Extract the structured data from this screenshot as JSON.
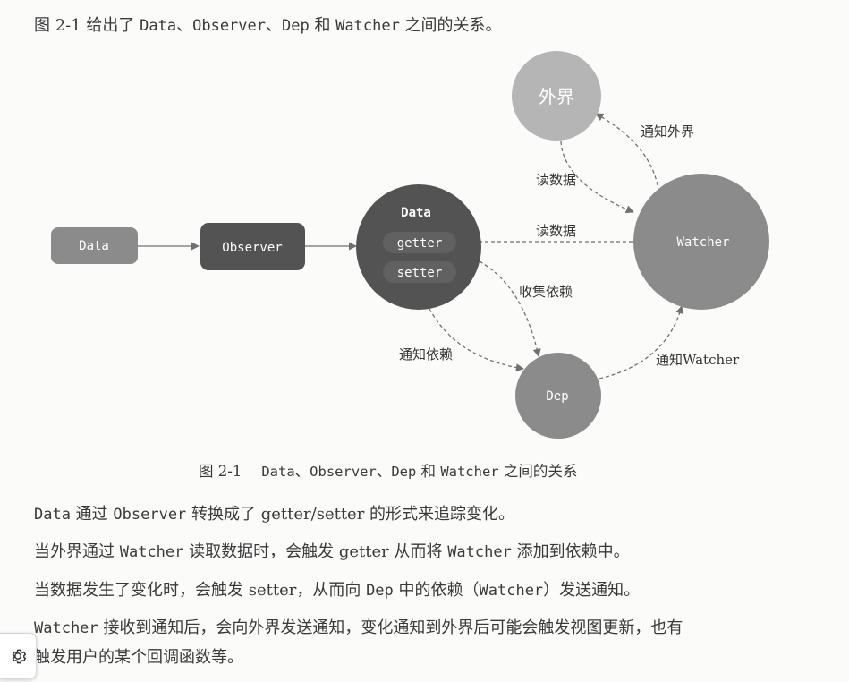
{
  "intro": {
    "prefix": "图 2-1 给出了 ",
    "data": "Data",
    "sep1": "、",
    "observer": "Observer",
    "sep2": "、",
    "dep": "Dep",
    "and": " 和 ",
    "watcher": "Watcher",
    "suffix": " 之间的关系。"
  },
  "diagram": {
    "data_box": "Data",
    "observer_box": "Observer",
    "data_circle_title": "Data",
    "getter": "getter",
    "setter": "setter",
    "outside": "外界",
    "watcher": "Watcher",
    "dep": "Dep",
    "edge_notify_outside": "通知外界",
    "edge_read_data_top": "读数据",
    "edge_read_data_mid": "读数据",
    "edge_collect_deps": "收集依赖",
    "edge_notify_deps": "通知依赖",
    "edge_notify_watcher": "通知Watcher",
    "colors": {
      "dark": "#535353",
      "medium": "#8b8b8b",
      "light": "#b5b5b5",
      "pill": "#616161",
      "arrow": "#707070"
    }
  },
  "caption": {
    "label": "图 2-1",
    "data": "Data",
    "sep1": "、",
    "observer": "Observer",
    "sep2": "、",
    "dep": "Dep",
    "and": " 和 ",
    "watcher": "Watcher",
    "suffix": " 之间的关系"
  },
  "paragraphs": {
    "p1": {
      "code1": "Data",
      "t1": " 通过 ",
      "code2": "Observer",
      "t2": " 转换成了 getter/setter 的形式来追踪变化。"
    },
    "p2": {
      "t1": "当外界通过 ",
      "code1": "Watcher",
      "t2": " 读取数据时，会触发 getter 从而将 ",
      "code2": "Watcher",
      "t3": " 添加到依赖中。"
    },
    "p3": {
      "t1": "当数据发生了变化时，会触发 setter，从而向 ",
      "code1": "Dep",
      "t2": " 中的依赖（",
      "code2": "Watcher",
      "t3": "）发送通知。"
    },
    "p4": {
      "code1": "Watcher",
      "t1": " 接收到通知后，会向外界发送通知，变化通知到外界后可能会触发视图更新，也有",
      "t2": "触发用户的某个回调函数等。"
    }
  },
  "settings": {
    "icon": "gear-icon"
  }
}
